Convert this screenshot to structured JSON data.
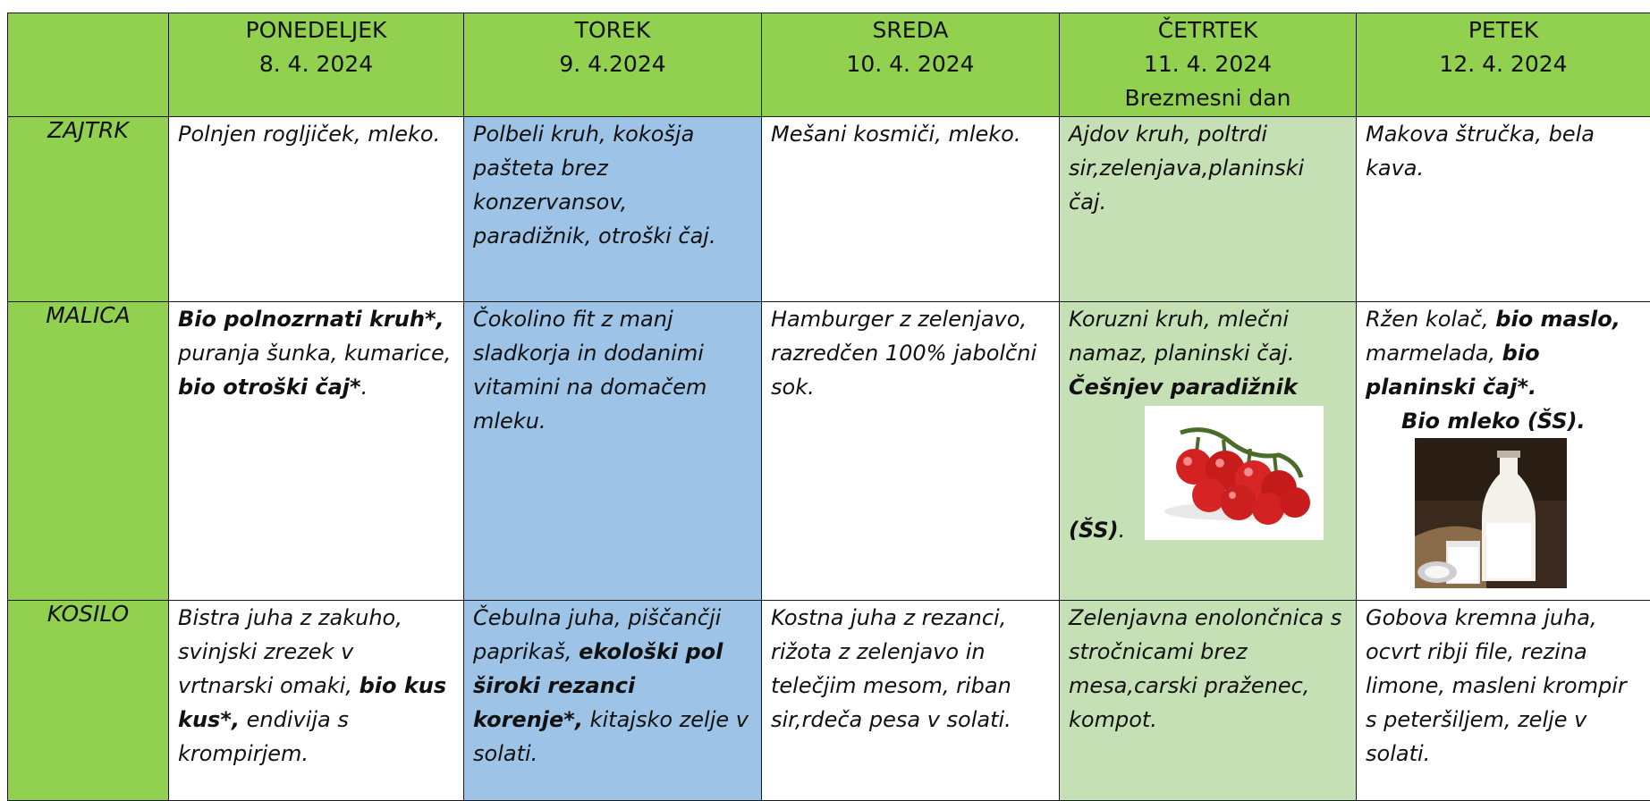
{
  "header": {
    "corner": "",
    "days": [
      {
        "name": "PONEDELJEK",
        "date": "8. 4. 2024",
        "note": ""
      },
      {
        "name": "TOREK",
        "date": "9. 4.2024",
        "note": ""
      },
      {
        "name": "SREDA",
        "date": "10. 4. 2024",
        "note": ""
      },
      {
        "name": "ČETRTEK",
        "date": "11. 4. 2024",
        "note": "Brezmesni dan"
      },
      {
        "name": "PETEK",
        "date": "12. 4. 2024",
        "note": ""
      }
    ]
  },
  "meals": {
    "zajtrk": {
      "label": "ZAJTRK",
      "mon": [
        "Polnjen rogljiček, mleko."
      ],
      "tue": [
        "Polbeli kruh, kokošja pašteta brez konzervansov, paradižnik, otroški čaj."
      ],
      "wed": [
        "Mešani kosmiči, mleko."
      ],
      "thu": [
        "Ajdov kruh, poltrdi sir,zelenjava,planinski čaj."
      ],
      "fri": [
        "Makova štručka, bela kava."
      ]
    },
    "malica": {
      "label": "MALICA",
      "mon": [
        "Bio polnozrnati kruh*,",
        " puranja šunka, kumarice, ",
        "bio otroški čaj*",
        "."
      ],
      "tue": [
        "Čokolino fit z manj sladkorja in dodanimi vitamini na domačem mleku."
      ],
      "wed": [
        "Hamburger z zelenjavo, razredčen 100% jabolčni sok."
      ],
      "thu": [
        "Koruzni kruh, mlečni namaz, planinski čaj.",
        "Češnjev paradižnik",
        "(ŠS)",
        "."
      ],
      "fri": [
        " Ržen kolač, ",
        "bio maslo,",
        " marmelada, ",
        "bio planinski čaj*.",
        "Bio mleko (ŠS)."
      ]
    },
    "kosilo": {
      "label": "KOSILO",
      "mon": [
        "Bistra juha z zakuho, svinjski zrezek v vrtnarski omaki, ",
        "bio kus kus*,",
        " endivija s krompirjem."
      ],
      "tue": [
        "Čebulna juha, piščančji paprikaš, ",
        "ekološki pol široki rezanci korenje*,",
        " kitajsko zelje v solati."
      ],
      "wed": [
        "Kostna juha z rezanci, rižota z zelenjavo in telečjim mesom, riban sir,rdeča pesa v solati."
      ],
      "thu": [
        "Zelenjavna enolončnica s stročnicami brez mesa,carski praženec, kompot."
      ],
      "fri": [
        "Gobova kremna juha, ocvrt ribji file, rezina limone, masleni krompir s peteršiljem, zelje v solati."
      ]
    }
  },
  "images": {
    "tomato": "cherry-tomatoes-photo",
    "milk": "milk-bottle-photo"
  },
  "colors": {
    "header_green": "#92d050",
    "tuesday_blue": "#9dc3e6",
    "thursday_green": "#c5e0b4"
  }
}
